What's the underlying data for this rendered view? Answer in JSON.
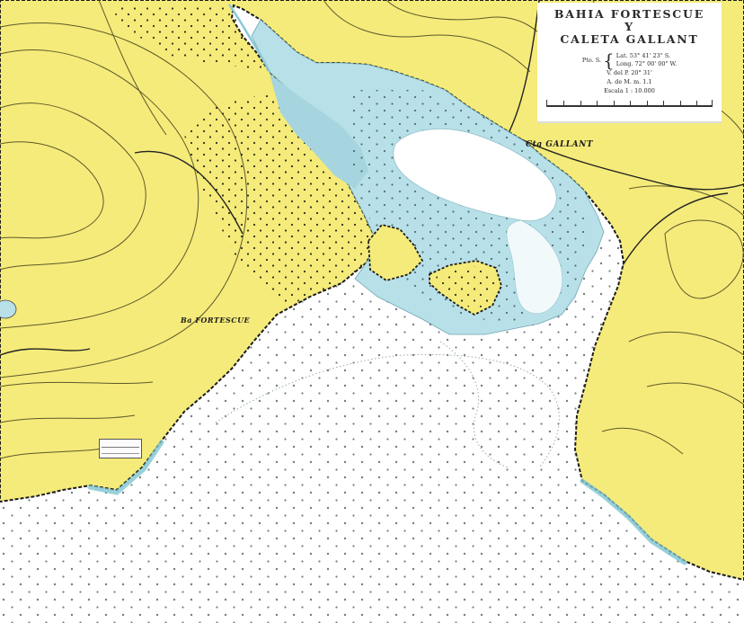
{
  "map": {
    "title_line1": "BAHIA FORTESCUE",
    "title_line2": "Y",
    "title_line3": "CALETA GALLANT",
    "coords_label": "Pto. S.",
    "lat_label": "Lat.",
    "lat_value": "53° 41' 23\" S.",
    "lon_label": "Long.",
    "lon_value": "72° 00' 00\" W.",
    "variation_line": "V. del P. 20° 31'",
    "tide_line": "A. de M. m. 1.1",
    "scale_label": "Escala 1 : 10.000",
    "label_gallant": "Cta GALLANT",
    "label_fortescue": "Ba FORTESCUE"
  },
  "colors": {
    "land": "#f5eb7a",
    "shallow_water": "#b8e0e8",
    "deep_water": "#ffffff",
    "contour": "#5c5a2a",
    "soundings": "#2f3a3a",
    "coastline": "#1d1d1d"
  }
}
